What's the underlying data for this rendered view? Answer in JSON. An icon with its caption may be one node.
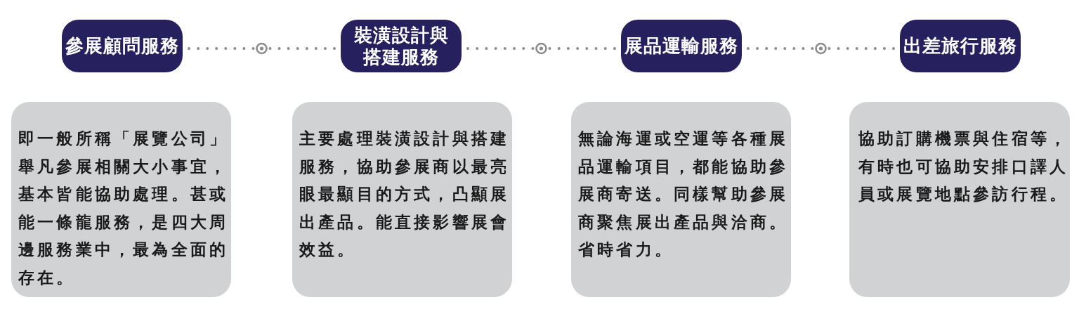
{
  "diagram": {
    "nodes": [
      {
        "text": [
          "參展顧問服務"
        ]
      },
      {
        "text": [
          "裝潢設計與搭建服務"
        ]
      },
      {
        "text": [
          "展品運輸服務"
        ]
      },
      {
        "text": [
          "出差旅行服務"
        ]
      },
      {
        "text": [
          "即一般所稱「展覽公司」舉凡參展相關大小事宜，基本皆能協助處理。甚或能一條龍服務，是四大周邊服務業中，最為全面的存在。"
        ]
      },
      {
        "text": [
          "主要處理裝潢設計與搭建服務，協助參展商以最亮眼最顯目的方式，凸顯展出產品。能直接影響展會效益。"
        ]
      },
      {
        "text": [
          "無論海運或空運等各種展品運輸項目，都能協助參展商寄送。同樣幫助參展商聚焦展出產品與洽商。省時省力。"
        ]
      },
      {
        "text": [
          "協助訂購機票與住宿等，有時也可協助安排口譯人員或展覽地點參訪行程。"
        ]
      }
    ],
    "edges": [
      {
        "from": 0,
        "to": 1,
        "arrow": "none",
        "style": "dashed"
      },
      {
        "from": 1,
        "to": 2,
        "arrow": "none",
        "style": "dashed"
      },
      {
        "from": 2,
        "to": 3,
        "arrow": "none",
        "style": "dashed"
      }
    ]
  }
}
